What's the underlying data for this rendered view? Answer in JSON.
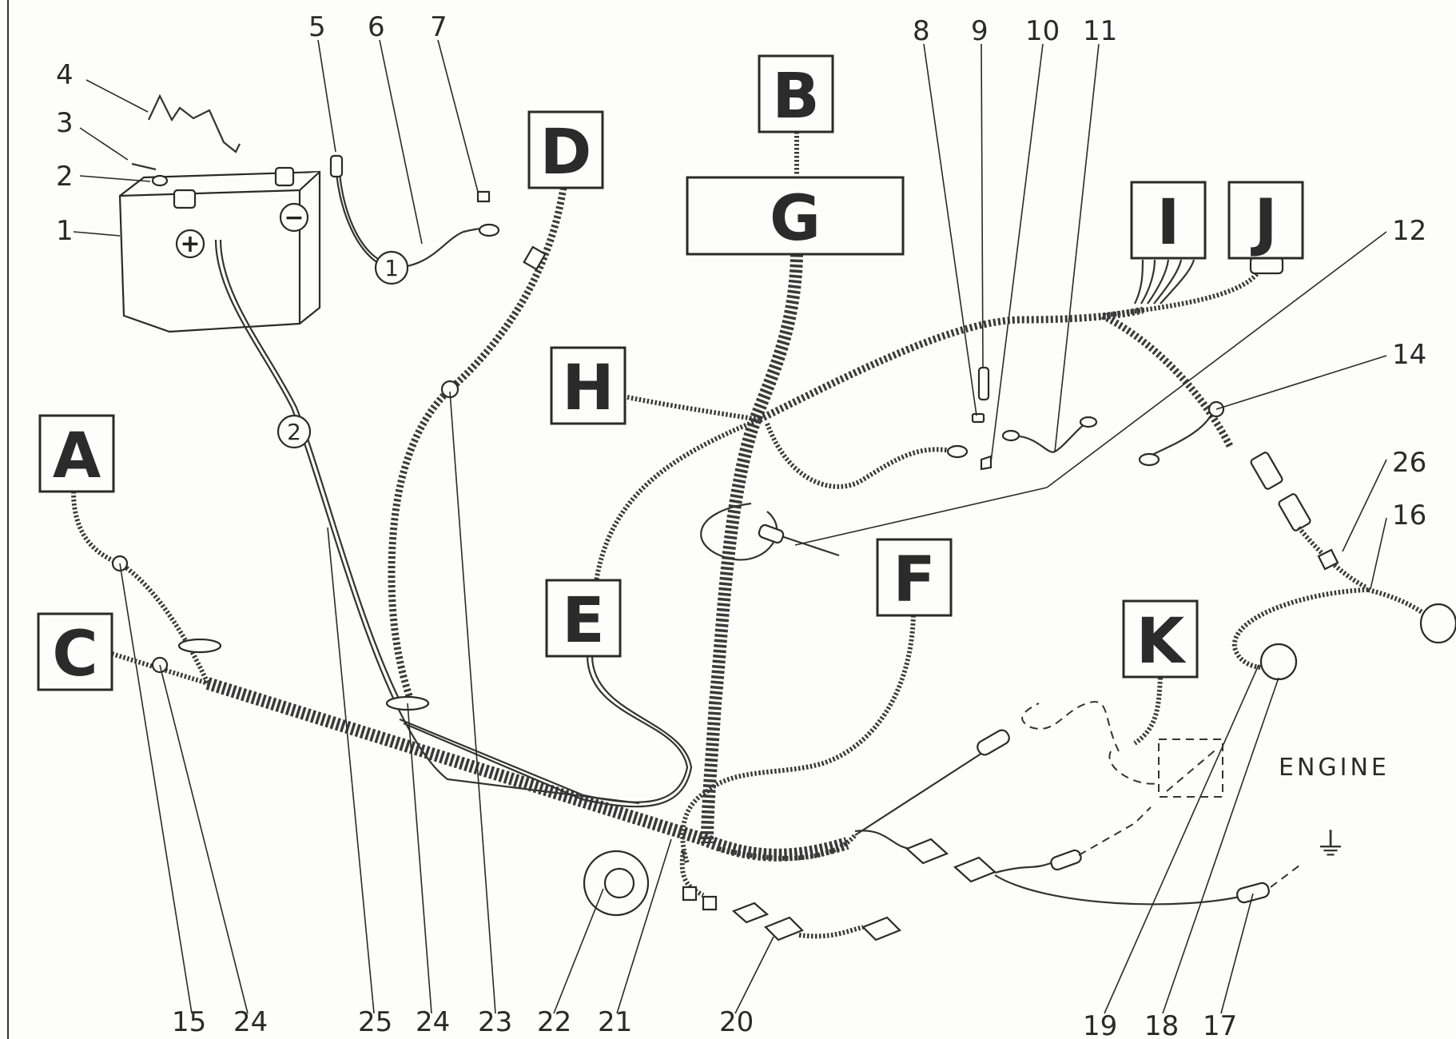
{
  "boxes": {
    "A": "A",
    "B": "B",
    "C": "C",
    "D": "D",
    "E": "E",
    "F": "F",
    "G": "G",
    "H": "H",
    "I": "I",
    "J": "J",
    "K": "K"
  },
  "callouts": {
    "n1": "1",
    "n2": "2",
    "n3": "3",
    "n4": "4",
    "n5": "5",
    "n6": "6",
    "n7": "7",
    "n8": "8",
    "n9": "9",
    "n10": "10",
    "n11": "11",
    "n12": "12",
    "n14": "14",
    "n15": "15",
    "n16": "16",
    "n17": "17",
    "n18": "18",
    "n19": "19",
    "n20": "20",
    "n21": "21",
    "n22": "22",
    "n23": "23",
    "n24a": "24",
    "n24b": "24",
    "n25": "25",
    "n26": "26"
  },
  "circled": {
    "c1": "1",
    "c2": "2"
  },
  "battery": {
    "plus": "+",
    "minus": "−"
  },
  "engine_label": "ENGINE",
  "ground_symbol": "⏚"
}
